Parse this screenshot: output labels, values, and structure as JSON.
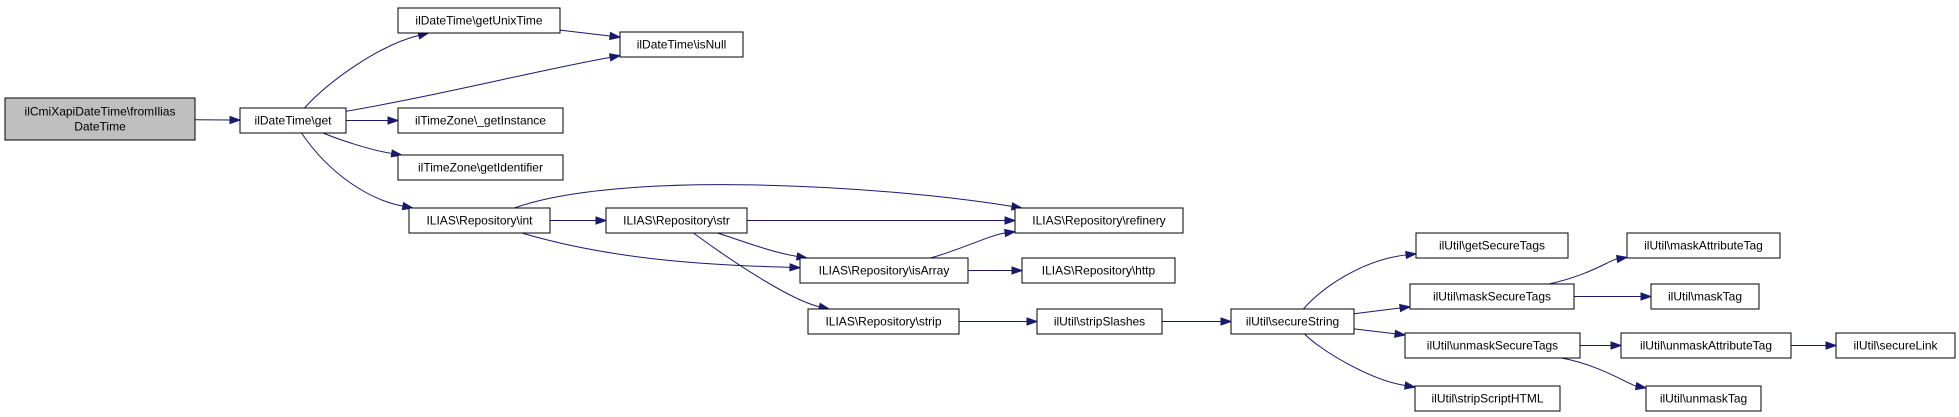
{
  "colors": {
    "edge": "#191970",
    "root_fill": "#bfbfbf",
    "node_fill": "#ffffff",
    "border": "#000000"
  },
  "nodes": [
    {
      "id": "n0",
      "lines": [
        "ilCmiXapiDateTime\\fromIlias",
        "DateTime"
      ]
    },
    {
      "id": "n1",
      "lines": [
        "ilDateTime\\get"
      ]
    },
    {
      "id": "n2",
      "lines": [
        "ilDateTime\\getUnixTime"
      ]
    },
    {
      "id": "n3",
      "lines": [
        "ilDateTime\\isNull"
      ]
    },
    {
      "id": "n4",
      "lines": [
        "ilTimeZone\\_getInstance"
      ]
    },
    {
      "id": "n5",
      "lines": [
        "ilTimeZone\\getIdentifier"
      ]
    },
    {
      "id": "n6",
      "lines": [
        "ILIAS\\Repository\\int"
      ]
    },
    {
      "id": "n7",
      "lines": [
        "ILIAS\\Repository\\str"
      ]
    },
    {
      "id": "n8",
      "lines": [
        "ILIAS\\Repository\\refinery"
      ]
    },
    {
      "id": "n9",
      "lines": [
        "ILIAS\\Repository\\isArray"
      ]
    },
    {
      "id": "n10",
      "lines": [
        "ILIAS\\Repository\\http"
      ]
    },
    {
      "id": "n11",
      "lines": [
        "ILIAS\\Repository\\strip"
      ]
    },
    {
      "id": "n12",
      "lines": [
        "ilUtil\\stripSlashes"
      ]
    },
    {
      "id": "n13",
      "lines": [
        "ilUtil\\secureString"
      ]
    },
    {
      "id": "n14",
      "lines": [
        "ilUtil\\getSecureTags"
      ]
    },
    {
      "id": "n15",
      "lines": [
        "ilUtil\\maskSecureTags"
      ]
    },
    {
      "id": "n16",
      "lines": [
        "ilUtil\\unmaskSecureTags"
      ]
    },
    {
      "id": "n17",
      "lines": [
        "ilUtil\\stripScriptHTML"
      ]
    },
    {
      "id": "n18",
      "lines": [
        "ilUtil\\maskAttributeTag"
      ]
    },
    {
      "id": "n19",
      "lines": [
        "ilUtil\\maskTag"
      ]
    },
    {
      "id": "n20",
      "lines": [
        "ilUtil\\unmaskAttributeTag"
      ]
    },
    {
      "id": "n21",
      "lines": [
        "ilUtil\\unmaskTag"
      ]
    },
    {
      "id": "n22",
      "lines": [
        "ilUtil\\secureLink"
      ]
    }
  ],
  "edges": [
    [
      "n0",
      "n1"
    ],
    [
      "n1",
      "n2"
    ],
    [
      "n1",
      "n3"
    ],
    [
      "n2",
      "n3"
    ],
    [
      "n1",
      "n4"
    ],
    [
      "n1",
      "n5"
    ],
    [
      "n1",
      "n6"
    ],
    [
      "n6",
      "n7"
    ],
    [
      "n6",
      "n8"
    ],
    [
      "n6",
      "n9"
    ],
    [
      "n7",
      "n8"
    ],
    [
      "n7",
      "n9"
    ],
    [
      "n7",
      "n11"
    ],
    [
      "n9",
      "n8"
    ],
    [
      "n9",
      "n10"
    ],
    [
      "n11",
      "n12"
    ],
    [
      "n12",
      "n13"
    ],
    [
      "n13",
      "n14"
    ],
    [
      "n13",
      "n15"
    ],
    [
      "n13",
      "n16"
    ],
    [
      "n13",
      "n17"
    ],
    [
      "n15",
      "n18"
    ],
    [
      "n15",
      "n19"
    ],
    [
      "n16",
      "n20"
    ],
    [
      "n16",
      "n21"
    ],
    [
      "n20",
      "n22"
    ]
  ]
}
